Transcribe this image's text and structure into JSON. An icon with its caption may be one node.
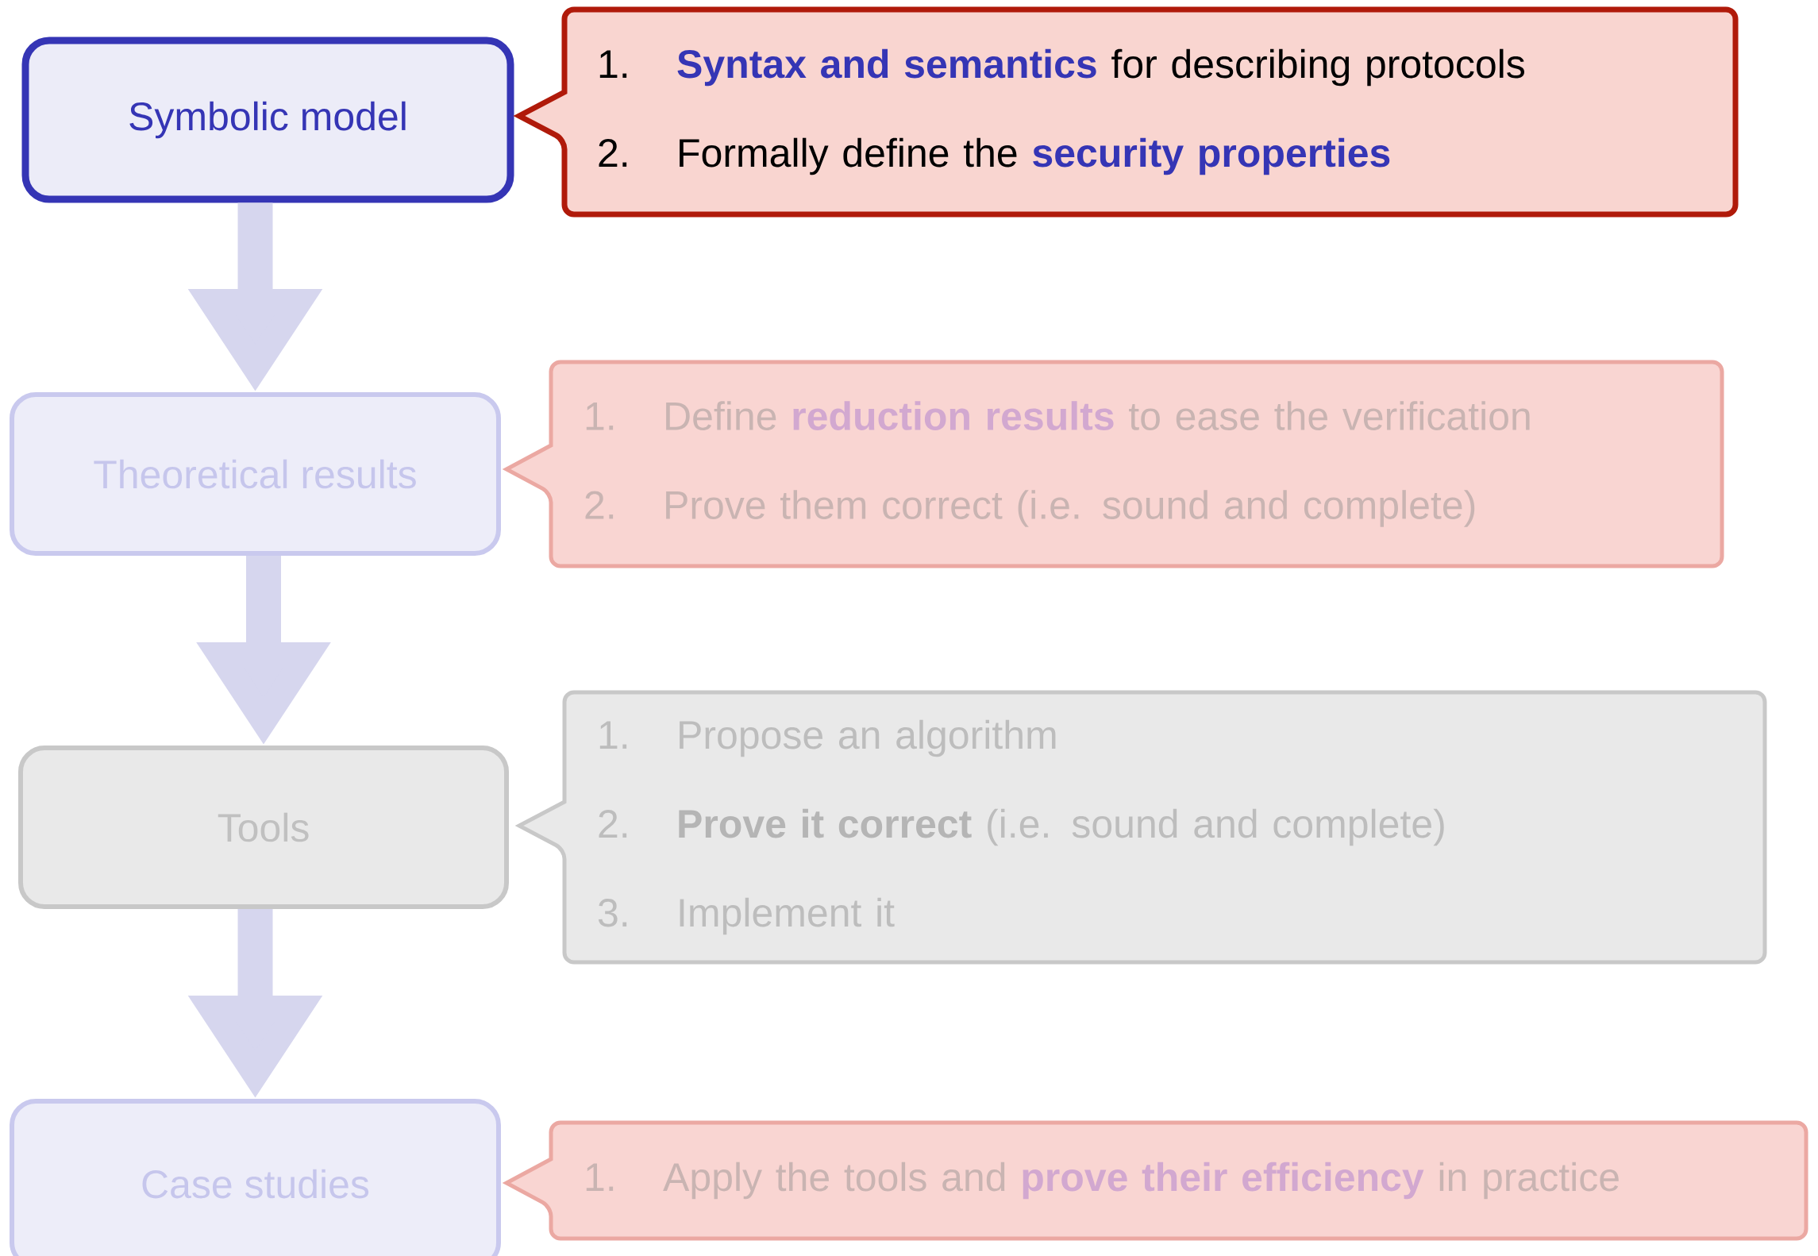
{
  "diagram": {
    "nodes": [
      {
        "text": [
          "Symbolic model"
        ]
      },
      {
        "text": [
          "1.",
          "**Syntax and semantics** for describing protocols",
          "2.",
          "Formally define the **security properties**"
        ]
      },
      {
        "text": [
          "Theoretical results"
        ]
      },
      {
        "text": [
          "1.",
          "Define **reduction results** to ease the verification",
          "2.",
          "Prove them correct (i.e. sound and complete)"
        ]
      },
      {
        "text": [
          "Tools"
        ]
      },
      {
        "text": [
          "1.",
          "Propose an algorithm",
          "2.",
          "**Prove it correct** (i.e. sound and complete)",
          "3.",
          "Implement it"
        ]
      },
      {
        "text": [
          "Case studies"
        ]
      },
      {
        "text": [
          "1.",
          "Apply the tools and **prove their efficiency** in practice"
        ]
      }
    ],
    "edges": [
      {
        "from": 0,
        "to": 2,
        "arrow": "to"
      },
      {
        "from": 2,
        "to": 4,
        "arrow": "to"
      },
      {
        "from": 4,
        "to": 6,
        "arrow": "to"
      }
    ]
  }
}
